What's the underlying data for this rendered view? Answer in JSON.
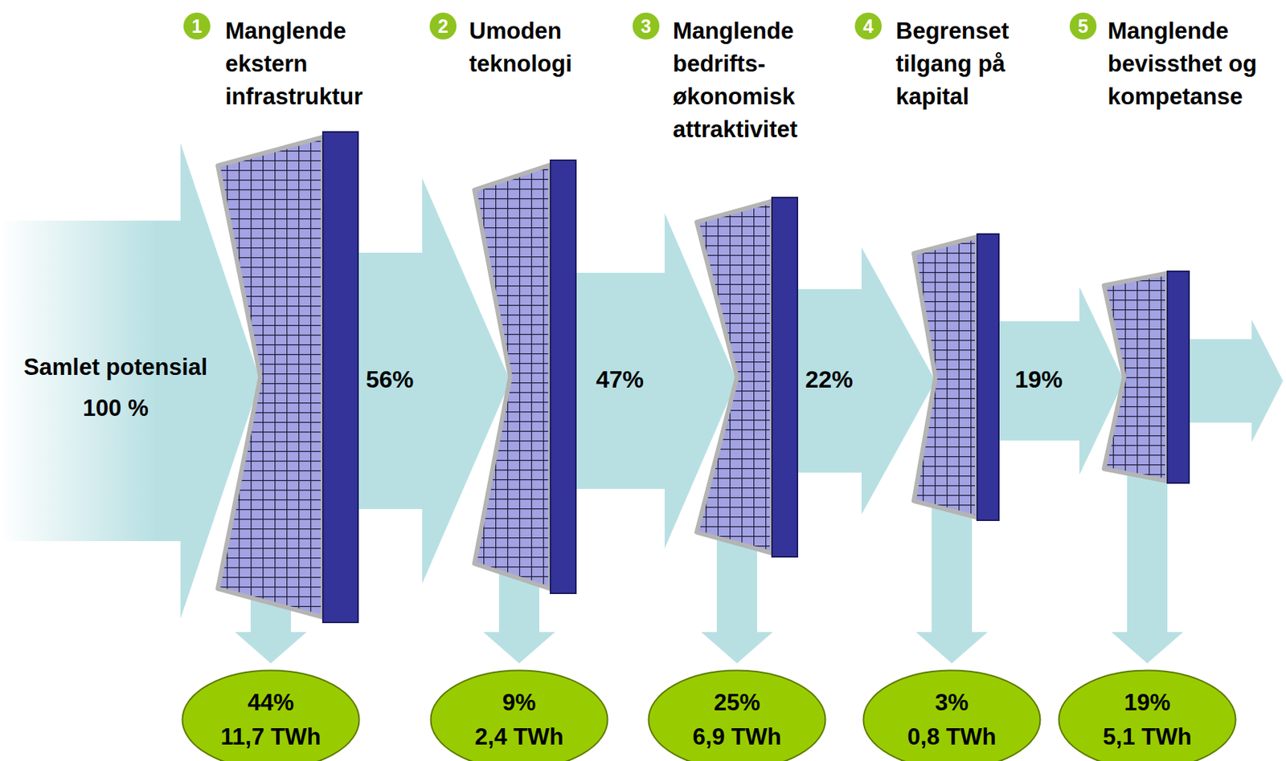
{
  "diagram": {
    "nodes": [
      {
        "text": [
          "Samlet potensial 100 %"
        ]
      },
      {
        "text": [
          "Manglende ekstern infrastruktur"
        ]
      },
      {
        "text": [
          "Umoden teknologi"
        ]
      },
      {
        "text": [
          "Manglende bedrifts- økonomisk attraktivitet"
        ]
      },
      {
        "text": [
          "Begrenset tilgang på kapital"
        ]
      },
      {
        "text": [
          "Manglende bevissthet og kompetanse"
        ]
      },
      {
        "text": [
          "44%",
          "11,7 TWh"
        ]
      },
      {
        "text": [
          "9%",
          "2,4 TWh"
        ]
      },
      {
        "text": [
          "25%",
          "6,9 TWh"
        ]
      },
      {
        "text": [
          "3%",
          "0,8 TWh"
        ]
      },
      {
        "text": [
          "19%",
          "5,1 TWh"
        ]
      }
    ],
    "edges": [
      {
        "from": 1,
        "to": 2,
        "label": "56%",
        "arrow": "to"
      },
      {
        "from": 2,
        "to": 3,
        "label": "47%",
        "arrow": "to"
      },
      {
        "from": 3,
        "to": 4,
        "label": "22%",
        "arrow": "to"
      },
      {
        "from": 4,
        "to": 5,
        "label": "19%",
        "arrow": "to"
      },
      {
        "from": 1,
        "to": 6,
        "arrow": "to"
      },
      {
        "from": 2,
        "to": 7,
        "arrow": "to"
      },
      {
        "from": 3,
        "to": 8,
        "arrow": "to"
      },
      {
        "from": 4,
        "to": 9,
        "arrow": "to"
      },
      {
        "from": 5,
        "to": 10,
        "arrow": "to"
      }
    ],
    "labels": [
      "1",
      "2",
      "3",
      "4",
      "5"
    ]
  }
}
